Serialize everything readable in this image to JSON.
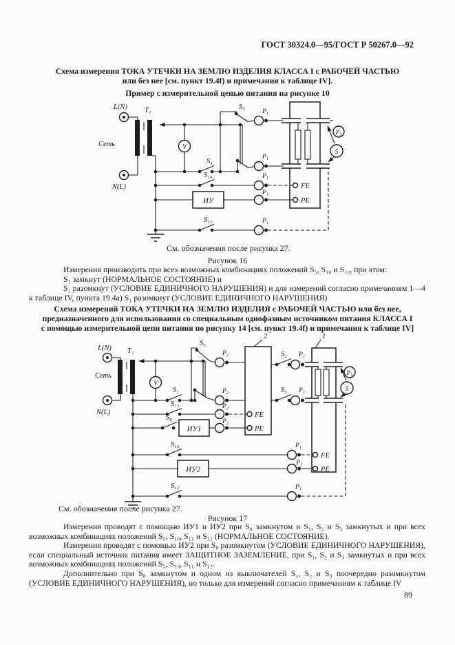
{
  "header": {
    "doc_number": "ГОСТ 30324.0—95/ГОСТ Р 50267.0—92"
  },
  "page": {
    "number": "89"
  },
  "fig16": {
    "title1": "Схема измерения ТОКА УТЕЧКИ НА ЗЕМЛЮ ИЗДЕЛИЯ КЛАССА I с РАБОЧЕЙ ЧАСТЬЮ",
    "title2": "или без нее [см. пункт 19.4f) и примечания к таблице IV].",
    "subtitle": "Пример с измерительной цепью питания на рисунке 10",
    "legend_note": "См. обозначения после рисунка 27.",
    "caption": "Рисунок 16",
    "para1": "Измерения производить при всех возможных комбинациях положений S₅, S₁₀ и S₁₂, при этом:",
    "para2": "S₁ замкнут (НОРМАЛЬНОЕ СОСТОЯНИЕ) и",
    "para3": "S₁ разомкнут (УСЛОВИЕ ЕДИНИЧНОГО НАРУШЕНИЯ) и для измерений согласно примечаниям 1—4 к таблице IV, пункта 19.4а) S₁ разомкнут (УСЛОВИЕ ЕДИНИЧНОГО НАРУШЕНИЯ)",
    "labels": {
      "ln": "L(N)",
      "net": "Сеть",
      "nl": "N(L)",
      "t1": "T₁",
      "v": "V",
      "s5": "S₅",
      "s1": "S₁",
      "s10": "S₁₀",
      "s12": "S₁₂",
      "iu": "ИУ",
      "p1": "P₁",
      "fe": "FE",
      "pe": "PE",
      "p3": "P₃",
      "probe5": "5"
    }
  },
  "fig17": {
    "title1": "Схема измерений ТОКА УТЕЧКИ НА ЗЕМЛЮ ИЗДЕЛИЯ с РАБОЧЕЙ ЧАСТЬЮ или без нее,",
    "title2": "предназначенного для использования со специальным однофазным источником питания КЛАССА I",
    "title3": "с помощью измерительной цепи питания по рисунку 14 [см. пункт 19.4f) и примечания к таблице IV]",
    "legend_note": "См. обозначения после рисунка 27.",
    "caption": "Рисунок 17",
    "para1": "Измерения проводят с помощью ИУ1 и ИУ2 при S₈ замкнутом и S₁, S₂ и S₃ замкнутых и при всех возможных комбинациях положений S₅, S₁₀, S₁₁ и S₁₂ (НОРМАЛЬНОЕ СОСТОЯНИЕ).",
    "para2": "Измерения проводят с помощью ИУ2 при S₈ разомкнутом (УСЛОВИЕ ЕДИНИЧНОГО НАРУШЕНИЯ), если специальный источник питания имеет ЗАЩИТНОЕ ЗАЗЕМЛЕНИЕ, при S₁, S₂ и S₃ замкнутых и при всех возможных комбинациях положений S₅, S₁₀, S₁₁ и S₁₂.",
    "para3": "Дополнительно при S₈ замкнутом и одном из выключателей S₁, S₂ и S₃ поочередно разомкнутом (УСЛОВИЕ ЕДИНИЧНОГО НАРУШЕНИЯ), но только для измерений согласно примечаниям к таблице IV",
    "labels": {
      "ln": "L(N)",
      "net": "Сеть",
      "nl": "N(L)",
      "t1": "T₁",
      "v": "V",
      "s5": "S₅",
      "s1": "S₁",
      "s11": "S₁₁",
      "s8": "S₈",
      "iu1": "ИУ1",
      "s10": "S₁₀",
      "iu2": "ИУ2",
      "s12": "S₁₂",
      "s2": "S₂",
      "s3": "S₃",
      "p1": "P₁",
      "p2": "P₂",
      "fe": "FE",
      "pe": "PE",
      "p3": "P₃",
      "probe5": "5",
      "box1": "1",
      "box2": "2"
    }
  }
}
